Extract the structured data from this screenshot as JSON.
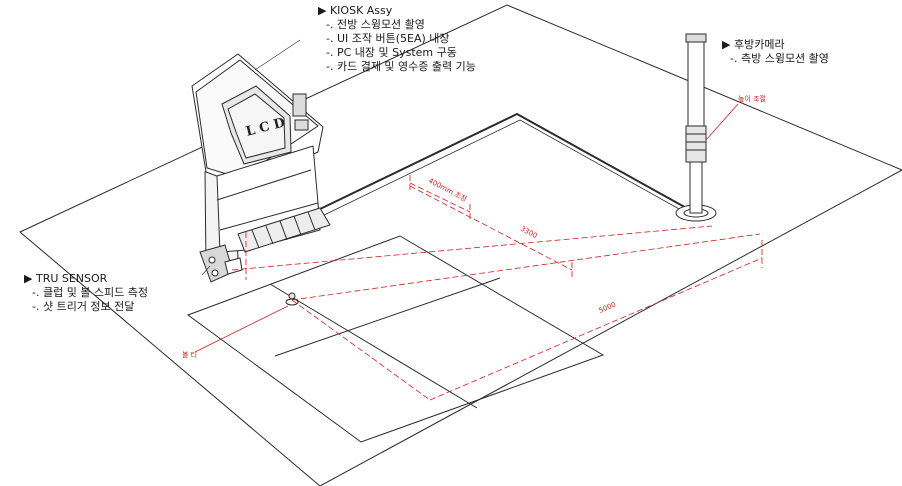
{
  "callouts": {
    "kiosk": {
      "marker": "▶",
      "title": "KIOSK Assy",
      "lines": [
        "-. 전방 스윙모션 촬영",
        "-. UI 조작 버튼(5EA) 내장",
        "-. PC 내장 및 System 구동",
        "-. 카드 결제 및 영수증 출력 기능"
      ]
    },
    "rear_camera": {
      "marker": "▶",
      "title": "후방카메라",
      "lines": [
        "-. 측방 스윙모션 촬영"
      ]
    },
    "sensor": {
      "marker": "▶",
      "title": "TRU SENSOR",
      "lines": [
        "-. 클럽 및 볼 스피드 측정",
        "-. 샷 트리거 정보 전달"
      ]
    }
  },
  "drawing": {
    "lcd_label": "L C D",
    "dim_small": "400mm 조정",
    "dim_mid": "3300",
    "dim_long": "5000",
    "camera_tag": "높이 조절",
    "tee_tag": "볼 티"
  },
  "colors": {
    "line": "#2b2b2b",
    "dimension": "#cc1f1f",
    "background": "#ffffff"
  }
}
